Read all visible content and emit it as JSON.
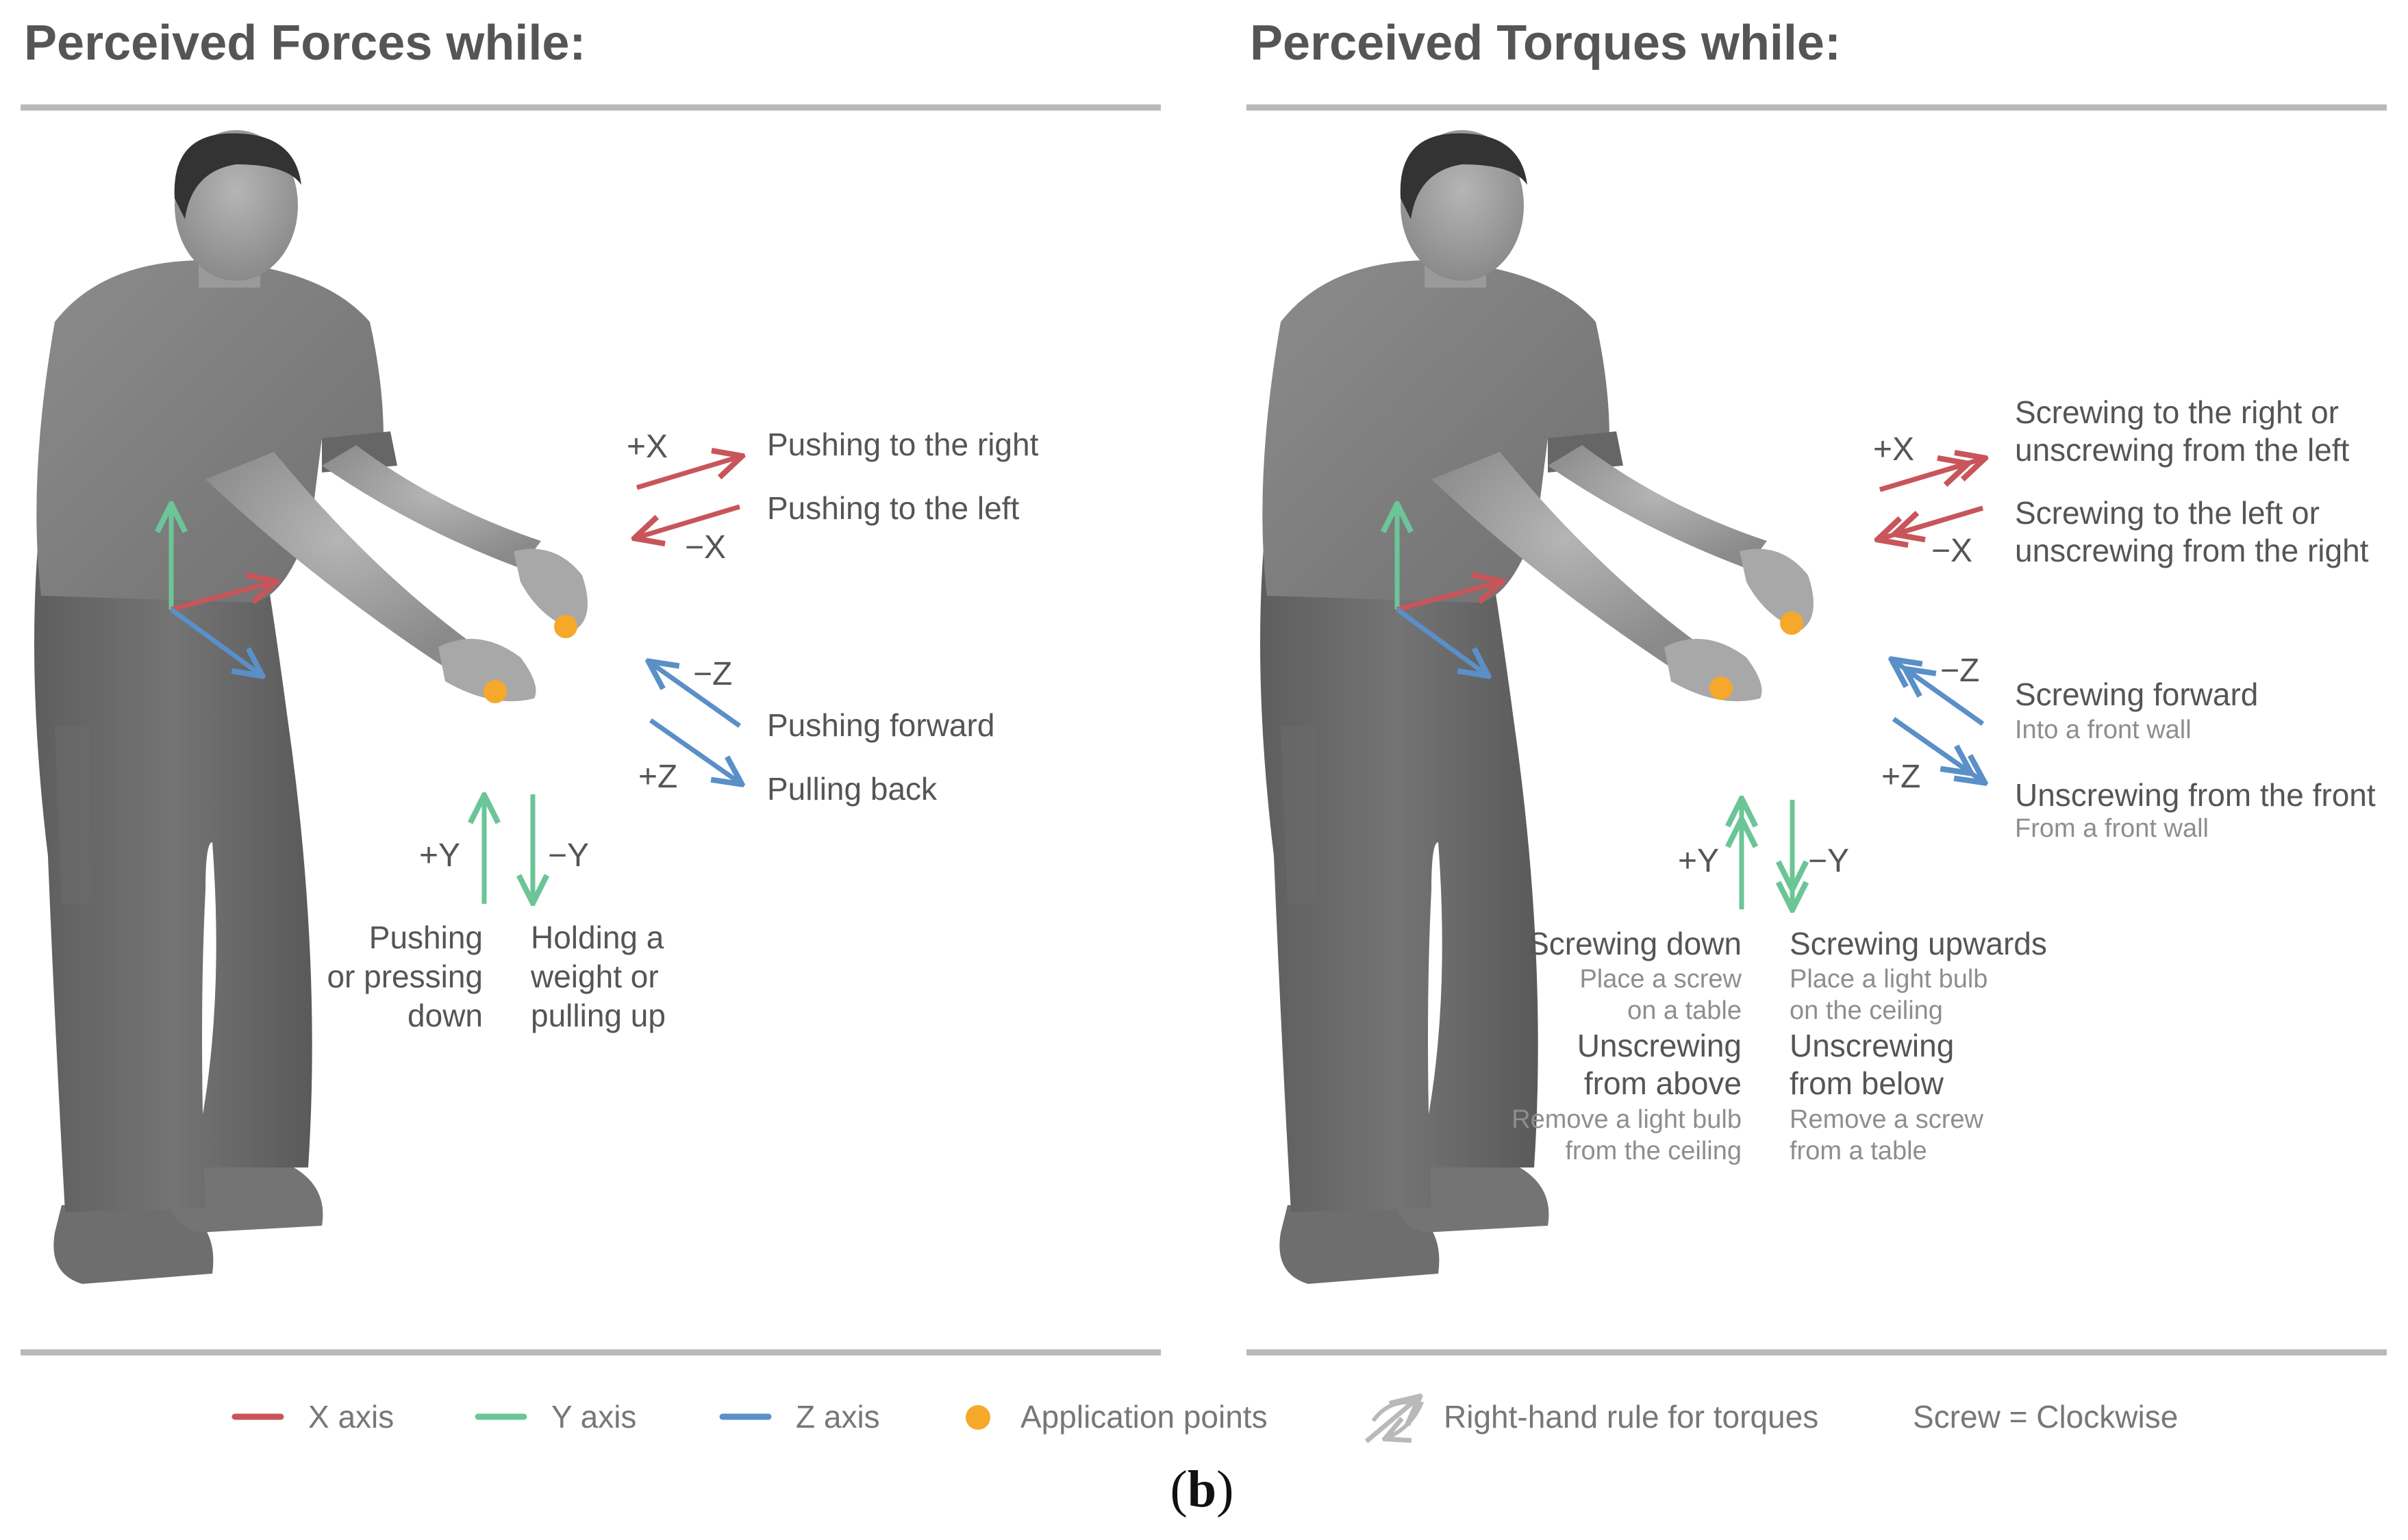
{
  "colors": {
    "x_axis": "#c8555a",
    "y_axis": "#6cc597",
    "z_axis": "#5a8fc8",
    "application_point": "#f5a82a",
    "rule_line": "#b9b9b9",
    "figure_gray": "#7a7a7a"
  },
  "left_panel": {
    "title": "Perceived Forces while:",
    "x_pos_axis": "+X",
    "x_neg_axis": "−X",
    "x_pos_label": "Pushing to the right",
    "x_neg_label": "Pushing to the left",
    "z_neg_axis": "−Z",
    "z_pos_axis": "+Z",
    "z_neg_label": "Pushing forward",
    "z_pos_label": "Pulling back",
    "y_pos_axis": "+Y",
    "y_neg_axis": "−Y",
    "y_pos_label": [
      "Pushing",
      "or pressing",
      "down"
    ],
    "y_neg_label": [
      "Holding a",
      "weight or",
      "pulling up"
    ]
  },
  "right_panel": {
    "title": "Perceived Torques while:",
    "x_pos_axis": "+X",
    "x_neg_axis": "−X",
    "x_pos_label": [
      "Screwing to the right or",
      "unscrewing from the left"
    ],
    "x_neg_label": [
      "Screwing to the left or",
      "unscrewing from the right"
    ],
    "z_neg_axis": "−Z",
    "z_pos_axis": "+Z",
    "z_neg_label": "Screwing forward",
    "z_neg_sub": "Into a front wall",
    "z_pos_label": "Unscrewing from the front",
    "z_pos_sub": "From a front wall",
    "y_pos_axis": "+Y",
    "y_neg_axis": "−Y",
    "y_pos_label_1": "Screwing down",
    "y_pos_sub_1": [
      "Place a screw",
      "on a table"
    ],
    "y_pos_label_2": [
      "Unscrewing",
      "from above"
    ],
    "y_pos_sub_2": [
      "Remove a light bulb",
      "from the ceiling"
    ],
    "y_neg_label_1": "Screwing upwards",
    "y_neg_sub_1": [
      "Place a light bulb",
      "on the ceiling"
    ],
    "y_neg_label_2": [
      "Unscrewing",
      "from below"
    ],
    "y_neg_sub_2": [
      "Remove a screw",
      "from a table"
    ]
  },
  "legend": {
    "x_axis": "X axis",
    "y_axis": "Y axis",
    "z_axis": "Z axis",
    "application_points": "Application points",
    "right_hand_rule": "Right-hand rule for torques",
    "screw_note": "Screw = Clockwise"
  },
  "caption": {
    "open": "(",
    "letter": "b",
    "close": ")"
  }
}
